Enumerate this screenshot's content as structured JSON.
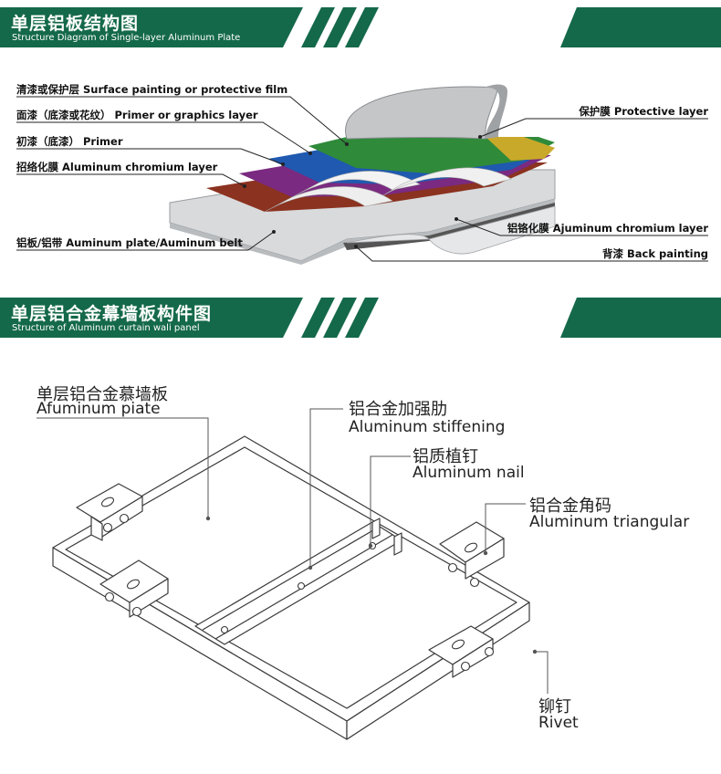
{
  "theme": {
    "accent": "#14694a",
    "stroke": "#3a3a3a"
  },
  "section1": {
    "title": "单层铝板结构图",
    "subtitle": "Structure Diagram of Single-layer Aluminum Plate",
    "labels": {
      "surface": "清漆或保护层 Surface painting or protective film",
      "primer_graphics": "面漆（底漆或花纹） Primer or graphics layer",
      "primer": "初漆（底漆） Primer",
      "chromium_left": "招络化膜 Aluminum chromium layer",
      "plate": "铝板/铝带  Auminum plate/Auminum belt",
      "protective": "保护膜 Protective layer",
      "chromium_right": "铝铬化膜 Ajuminum chromium layer",
      "back": "背漆 Back painting"
    },
    "layer_colors": {
      "film": "#c4c6c8",
      "clear": "#2f8a3a",
      "blue": "#1f59b0",
      "purple": "#7a2a80",
      "red": "#8b3220",
      "yellow": "#c9a92a",
      "plate_top": "#d8dadc",
      "plate_front": "#b9bcbf"
    }
  },
  "section2": {
    "title": "单层铝合金幕墙板构件图",
    "subtitle": "Structure of Aluminum curtain wali panel",
    "labels": {
      "panel_zh": "单层铝合金慕墙板",
      "panel_en": "Afuminum piate",
      "stiffening_zh": "铝合金加强肋",
      "stiffening_en": "Aluminum stiffening",
      "nail_zh": "铝质植钉",
      "nail_en": "Aluminum nail",
      "triangular_zh": "铝合金角码",
      "triangular_en": "Aluminum triangular",
      "rivet_zh": "铆钉",
      "rivet_en": "Rivet"
    }
  }
}
